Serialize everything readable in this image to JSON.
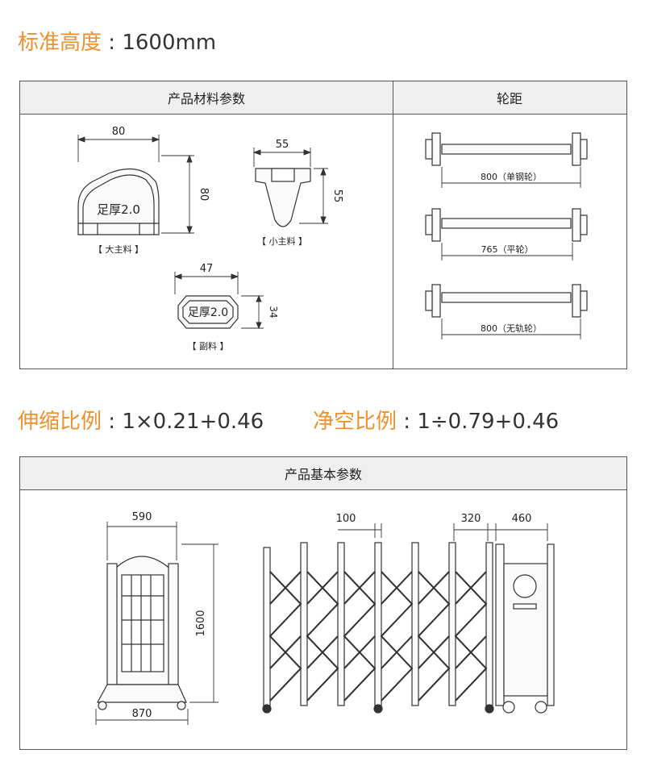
{
  "standard_height": {
    "label": "标准高度",
    "sep": ":",
    "value": "1600mm"
  },
  "materials": {
    "title": "产品材料参数",
    "main_profile": {
      "width": "80",
      "height": "80",
      "inner_text": "足厚2.0",
      "caption": "【 大主料 】"
    },
    "small_profile": {
      "width": "55",
      "height": "55",
      "caption": "【 小主料 】"
    },
    "sub_profile": {
      "width": "47",
      "height": "34",
      "inner_text": "足厚2.0",
      "caption": "【 副料 】"
    }
  },
  "wheelbase": {
    "title": "轮距",
    "items": [
      {
        "label": "800（单钢轮）"
      },
      {
        "label": "765（平轮）"
      },
      {
        "label": "800（无轨轮）"
      }
    ]
  },
  "ratios": {
    "stretch": {
      "label": "伸缩比例",
      "sep": ":",
      "value": "1×0.21+0.46"
    },
    "clear": {
      "label": "净空比例",
      "sep": ":",
      "value": "1÷0.79+0.46"
    }
  },
  "basic": {
    "title": "产品基本参数",
    "side_width_top": "590",
    "side_height": "1600",
    "side_width_bottom": "870",
    "pitch": "100",
    "head_width": "320",
    "box_width": "460"
  }
}
